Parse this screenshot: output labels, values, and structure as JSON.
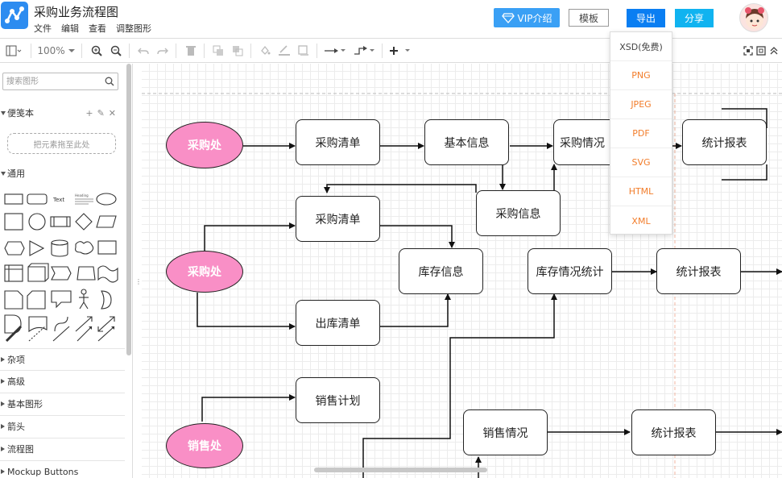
{
  "app": {
    "title": "采购业务流程图",
    "menu": [
      "文件",
      "编辑",
      "查看",
      "调整图形"
    ]
  },
  "header": {
    "vip_label": "VIP介绍",
    "template_label": "模板",
    "export_label": "导出",
    "share_label": "分享"
  },
  "toolbar": {
    "zoom": "100%"
  },
  "sidebar": {
    "search_placeholder": "搜索图形",
    "favorites_title": "便笺本",
    "dropzone_text": "把元素拖至此处",
    "general_title": "通用",
    "shape_text_label": "Text",
    "shape_heading_label": "Heading",
    "categories": [
      "杂项",
      "高级",
      "基本图形",
      "箭头",
      "流程图",
      "Mockup Buttons"
    ]
  },
  "export_menu": {
    "items": [
      "XSD(免费)",
      "PNG",
      "JPEG",
      "PDF",
      "SVG",
      "HTML",
      "XML"
    ]
  },
  "diagram": {
    "ellipses": [
      "采购处",
      "采购处",
      "销售处"
    ],
    "nodes": {
      "purchase_list_1": "采购清单",
      "basic_info": "基本信息",
      "purchase_status": "采购情况",
      "stats_report_1": "统计报表",
      "purchase_info": "采购信息",
      "purchase_list_2": "采购清单",
      "inventory_info": "库存信息",
      "inventory_stats": "库存情况统计",
      "stats_report_2": "统计报表",
      "outbound_list": "出库清单",
      "sales_plan": "销售计划",
      "sales_status": "销售情况",
      "stats_report_3": "统计报表"
    }
  },
  "colors": {
    "ellipse_fill": "#f98fc6",
    "vip": "#3aa0f5",
    "export": "#0a7ef2",
    "share": "#10b3f0",
    "menu_item": "#f27d2b"
  }
}
